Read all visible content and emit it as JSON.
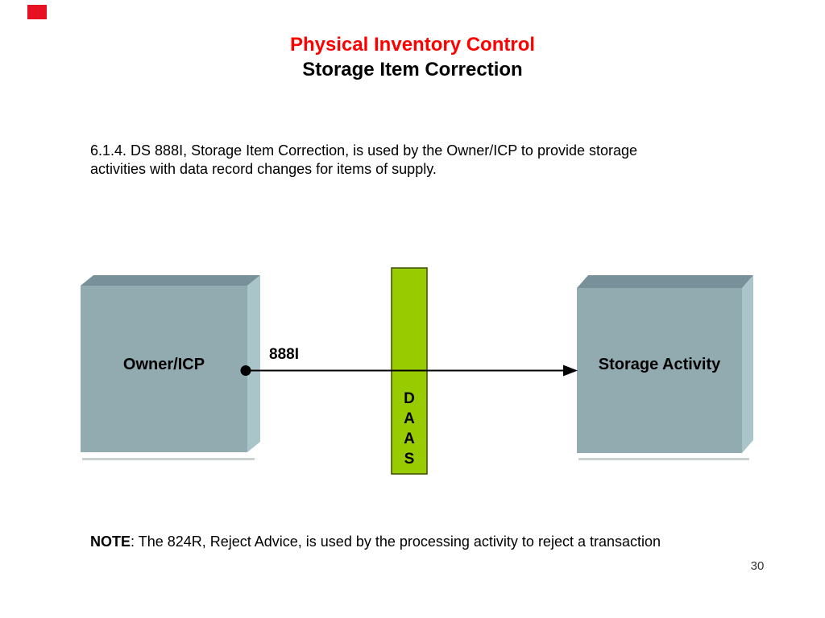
{
  "header": {
    "title_line1": "Physical Inventory Control",
    "title_line2": "Storage Item Correction",
    "title_color": "#FF0000"
  },
  "body": {
    "paragraph_line1": "6.1.4. DS 888I, Storage Item Correction, is used by the Owner/ICP to provide storage",
    "paragraph_line2": "activities with data record changes for items of supply."
  },
  "diagram": {
    "left_box": {
      "label": "Owner/ICP"
    },
    "right_box": {
      "label": "Storage Activity"
    },
    "arrow": {
      "label": "888I",
      "color": "#000000"
    },
    "daas_bar": {
      "letters": [
        "D",
        "A",
        "A",
        "S"
      ],
      "fill": "#99CC00",
      "border": "#3F4A05"
    },
    "box_colors": {
      "front": "#92ABB1",
      "top": "#78909A",
      "side": "#AAC5C9",
      "shadow": "#C9D1D1"
    }
  },
  "note": {
    "label": "NOTE",
    "text": ": The 824R, Reject Advice, is used by the processing activity to reject a transaction"
  },
  "footer": {
    "page_number": "30"
  },
  "decor": {
    "red_marker_color": "#E81123"
  }
}
